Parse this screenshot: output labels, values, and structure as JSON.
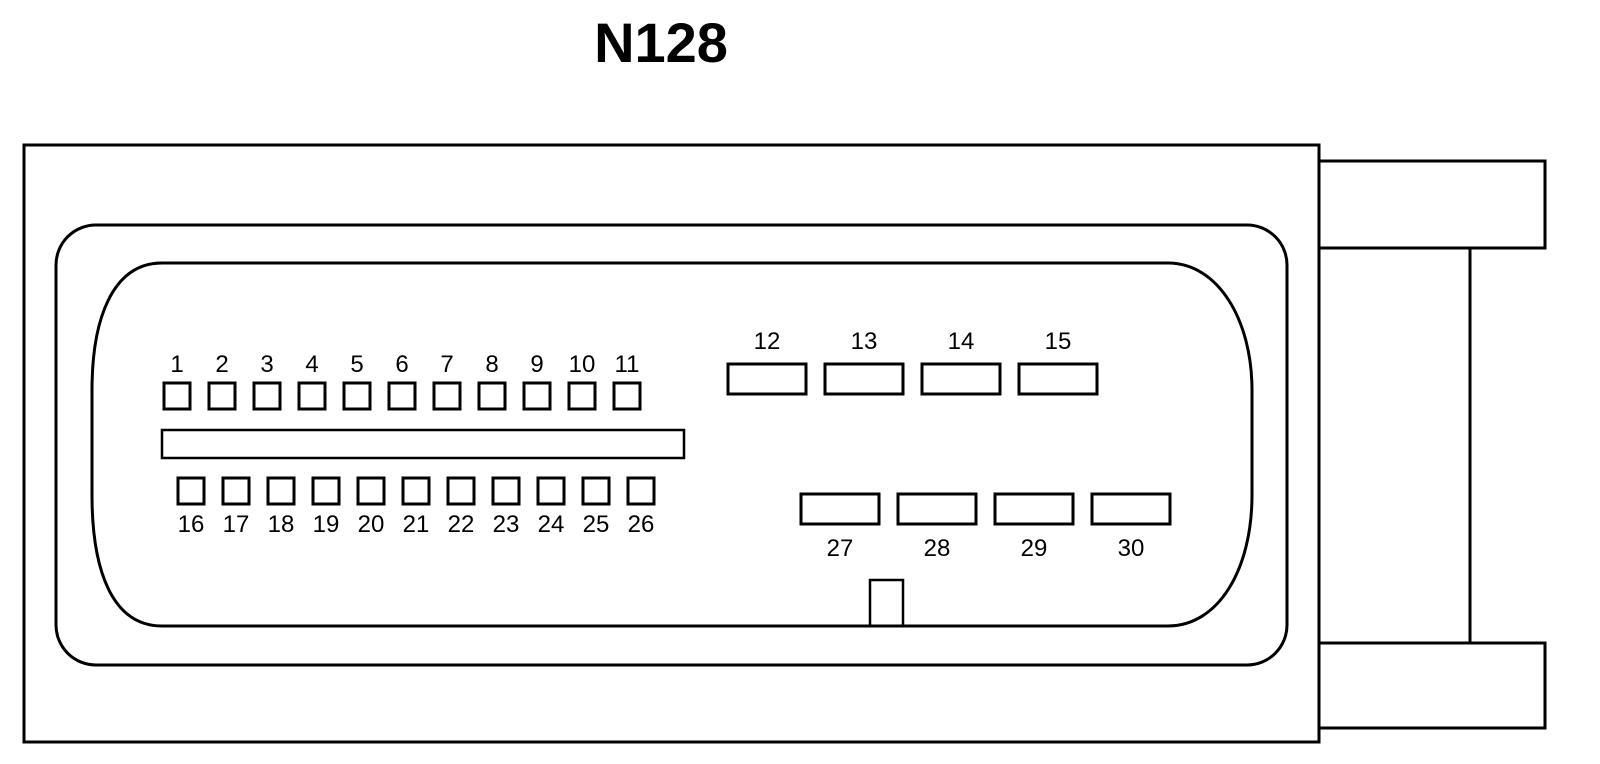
{
  "title": "N128",
  "pins": {
    "top_row": [
      "1",
      "2",
      "3",
      "4",
      "5",
      "6",
      "7",
      "8",
      "9",
      "10",
      "11"
    ],
    "bottom_row": [
      "16",
      "17",
      "18",
      "19",
      "20",
      "21",
      "22",
      "23",
      "24",
      "25",
      "26"
    ],
    "upper_blades": [
      "12",
      "13",
      "14",
      "15"
    ],
    "lower_blades": [
      "27",
      "28",
      "29",
      "30"
    ]
  }
}
